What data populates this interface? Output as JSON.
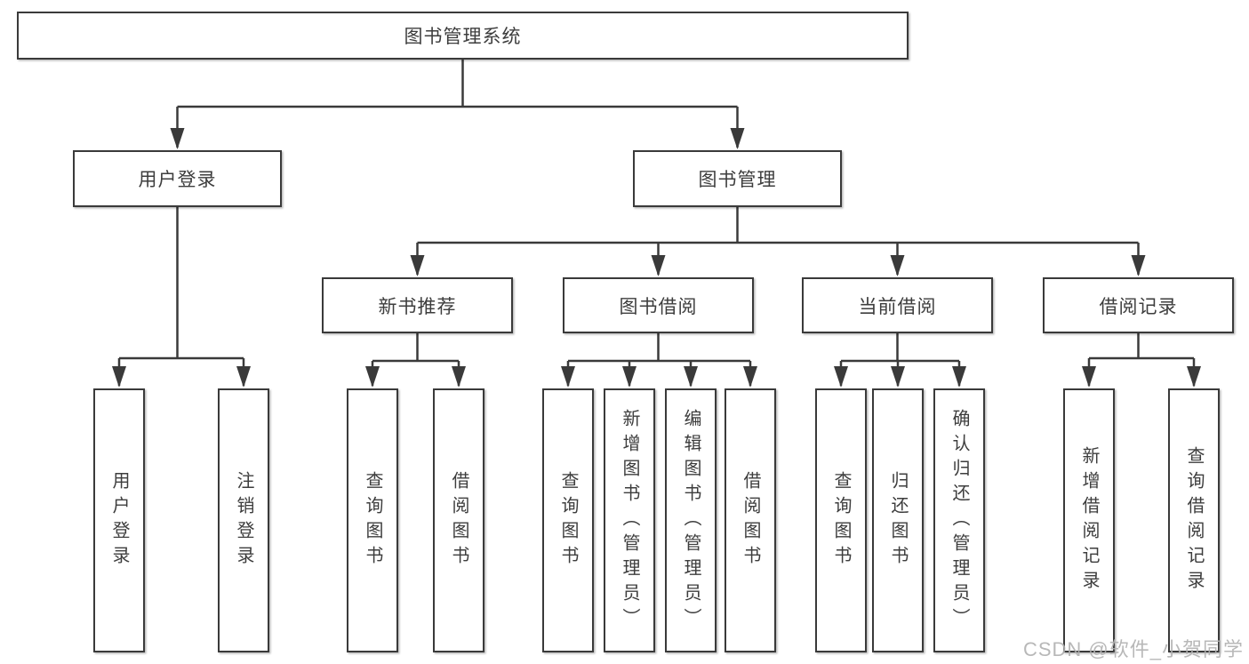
{
  "diagram": {
    "root": "图书管理系统",
    "level2": {
      "user_login": "用户登录",
      "book_mgmt": "图书管理"
    },
    "level3": {
      "new_book": "新书推荐",
      "book_borrow": "图书借阅",
      "current_borrow": "当前借阅",
      "borrow_records": "借阅记录"
    },
    "leaves": {
      "user_login": [
        "用户登录",
        "注销登录"
      ],
      "new_book": [
        "查询图书",
        "借阅图书"
      ],
      "book_borrow": [
        "查询图书",
        "新增图书（管理员）",
        "编辑图书（管理员）",
        "借阅图书"
      ],
      "current_borrow": [
        "查询图书",
        "归还图书",
        "确认归还（管理员）"
      ],
      "borrow_records": [
        "新增借阅记录",
        "查询借阅记录"
      ]
    },
    "watermark": "CSDN @软件_小贺同学",
    "colors": {
      "line": "#3a3a3a",
      "text": "#3d3d3d",
      "watermark": "#b0b0b0",
      "background": "#ffffff"
    }
  }
}
